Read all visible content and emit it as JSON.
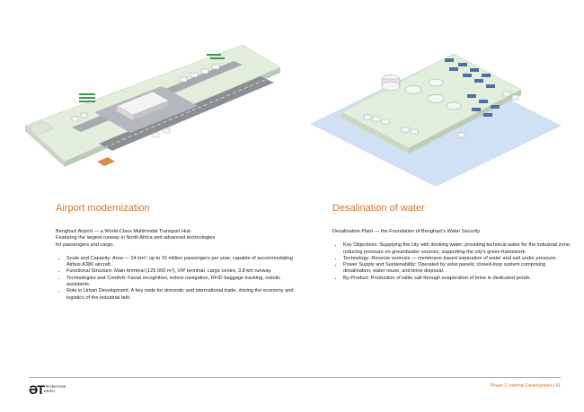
{
  "illustrations": {
    "airport_icon": "airport-isometric-illustration",
    "desal_icon": "desalination-plant-isometric-illustration"
  },
  "airport": {
    "title": "Airport modernization",
    "lead_lines": [
      "Benghazi Airport — a World-Class Multimodal Transport Hub",
      "Featuring the largest runway in North Africa and advanced technologies",
      "for passengers and cargo."
    ],
    "bullets": [
      "Scale and Capacity: Area — 24 km²; up to 15 million passengers per year; capable of accommodating Airbus A380 aircraft.",
      "Functional Structure: Main terminal (125 000 m²), VIP terminal, cargo centre, 3.8 km runway.",
      "Technologies and Comfort: Facial recognition, indoor navigation, RFID baggage tracking, robotic assistants.",
      "Role in Urban Development: A key node for domestic and international trade, driving the economy and logistics of the industrial belt."
    ]
  },
  "desalination": {
    "title": "Desalination of water",
    "lead": "Desalination Plant — the Foundation of Benghazi's Water Security",
    "bullets": [
      "Key Objectives: Supplying the city with drinking water; providing technical water for the industrial zone; reducing pressure on groundwater sources; supporting the city's green framework.",
      "Technology: Reverse osmosis — membrane-based separation of water and salt under pressure.",
      "Power Supply and Sustainability: Operated by solar panels; closed-loop system comprising desalination, water reuse, and brine disposal.",
      "By-Product: Production of table salt through evaporation of brine in dedicated ponds."
    ]
  },
  "footer": {
    "logo_mark": "ƏT",
    "logo_line1": "ПРОЕКТНОЕ",
    "logo_line2": "БЮРО",
    "page_info": "Phase 2: Internal Development | 41"
  },
  "colors": {
    "accent": "#d4762c",
    "ground": "#d6ecd0",
    "water": "#c9dff3",
    "solar": "#4f6fa8"
  }
}
